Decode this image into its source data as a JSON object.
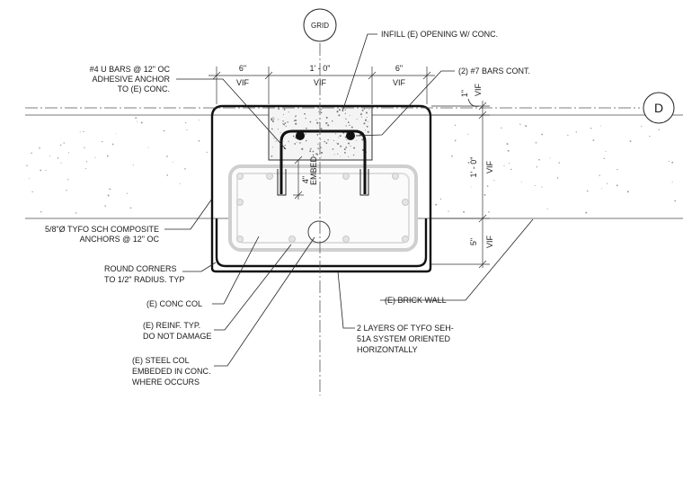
{
  "grid_bubble": {
    "label": "GRID"
  },
  "grid_line_d": {
    "label": "D"
  },
  "dimensions": {
    "top_left": {
      "value": "6\"",
      "sub": "VIF"
    },
    "top_center": {
      "value": "1' - 0\"",
      "sub": "VIF"
    },
    "top_right": {
      "value": "6\"",
      "sub": "VIF"
    },
    "right_top": {
      "value": "1\"",
      "sub": "VIF"
    },
    "right_middle": {
      "value": "1' - 0\"",
      "sub": "VIF"
    },
    "right_bottom": {
      "value": "5\"",
      "sub": "VIF"
    },
    "embed_depth": "4\"",
    "embed_word": "EMBED"
  },
  "notes": {
    "infill": "INFILL (E) OPENING W/ CONC.",
    "u_bars": [
      "#4 U BARS @ 12\" OC",
      "ADHESIVE ANCHOR",
      "TO (E) CONC."
    ],
    "bars_cont": "(2) #7 BARS CONT.",
    "anchors": [
      "5/8\"Ø TYFO SCH COMPOSITE",
      "ANCHORS @ 12\" OC"
    ],
    "round_corners": [
      "ROUND CORNERS",
      "TO 1/2\" RADIUS. TYP"
    ],
    "conc_col": "(E)  CONC COL",
    "reinf": [
      "(E) REINF. TYP.",
      "DO NOT DAMAGE"
    ],
    "steel_col": [
      "(E) STEEL COL",
      "EMBEDED IN CONC.",
      "WHERE OCCURS"
    ],
    "brick_wall": "(E) BRICK WALL",
    "tyfo_layers": [
      "2 LAYERS OF TYFO SEH-",
      "51A SYSTEM ORIENTED",
      "HORIZONTALLY"
    ]
  },
  "colors": {
    "line": "#1a1a1a",
    "wall_hatch": "#9a9a9a",
    "concrete_stipple": "#777777",
    "existing_column": "#d8d8d8"
  }
}
